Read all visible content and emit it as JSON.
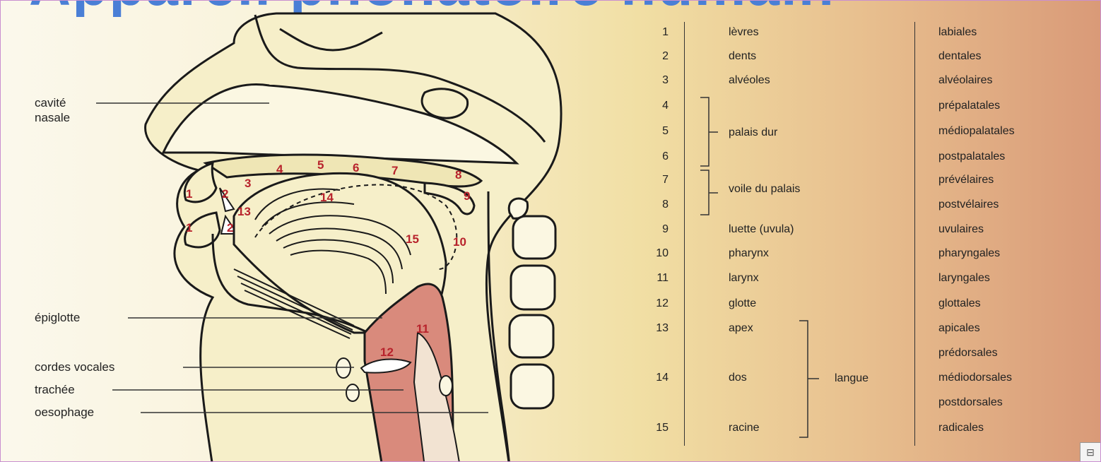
{
  "banner": "Appareil phonatoire humain",
  "anatomy_labels": {
    "cavite": "cavité",
    "nasale": "nasale",
    "epiglotte": "épiglotte",
    "cordes_vocales": "cordes vocales",
    "trachee": "trachée",
    "oesophage": "oesophage"
  },
  "markers": [
    "1",
    "2",
    "3",
    "4",
    "5",
    "6",
    "7",
    "8",
    "9",
    "10",
    "11",
    "12",
    "13",
    "14",
    "15"
  ],
  "table": {
    "rows": [
      {
        "num": "1",
        "organ": "lèvres",
        "type": "labiales"
      },
      {
        "num": "2",
        "organ": "dents",
        "type": "dentales"
      },
      {
        "num": "3",
        "organ": "alvéoles",
        "type": "alvéolaires"
      },
      {
        "num": "4",
        "organ": "",
        "type": "prépalatales"
      },
      {
        "num": "5",
        "organ": "palais dur",
        "type": "médiopalatales"
      },
      {
        "num": "6",
        "organ": "",
        "type": "postpalatales"
      },
      {
        "num": "7",
        "organ": "voile du palais",
        "type": "prévélaires"
      },
      {
        "num": "8",
        "organ": "",
        "type": "postvélaires"
      },
      {
        "num": "9",
        "organ": "luette (uvula)",
        "type": "uvulaires"
      },
      {
        "num": "10",
        "organ": "pharynx",
        "type": "pharyngales"
      },
      {
        "num": "11",
        "organ": "larynx",
        "type": "laryngales"
      },
      {
        "num": "12",
        "organ": "glotte",
        "type": "glottales"
      },
      {
        "num": "13",
        "organ": "apex",
        "type": "apicales"
      },
      {
        "num": "",
        "organ": "",
        "type": "prédorsales"
      },
      {
        "num": "14",
        "organ": "dos",
        "type": "médiodorsales"
      },
      {
        "num": "",
        "organ": "",
        "type": "postdorsales"
      },
      {
        "num": "15",
        "organ": "racine",
        "type": "radicales"
      }
    ],
    "langue": "langue"
  }
}
